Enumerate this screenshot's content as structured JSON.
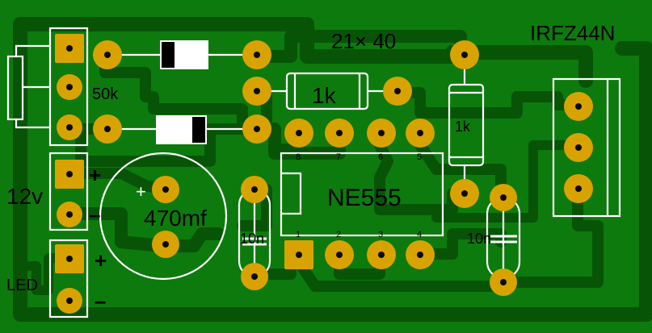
{
  "board": {
    "mosfet_label": "IRFZ44N",
    "dimensions_label": "21× 40",
    "pot_label": "50k",
    "r1_label": "1k",
    "r2_label": "1k",
    "cap_label": "470mf",
    "cap_plus": "+",
    "ic_label": "NE555",
    "c1_label": "10n",
    "c2_label": "10n",
    "power_label": "12v",
    "power_plus": "+",
    "power_minus": "–",
    "led_label": "LED",
    "led_plus": "+",
    "led_minus": "–",
    "ic_pins_top": [
      "8",
      "7",
      "6",
      "5"
    ],
    "ic_pins_bottom": [
      "1",
      "2",
      "3",
      "4"
    ]
  },
  "colors": {
    "board": "#0d7a0d",
    "trace": "#075407",
    "pad": "#d8a300",
    "silkscreen": "#ffffff",
    "text": "#000000"
  }
}
